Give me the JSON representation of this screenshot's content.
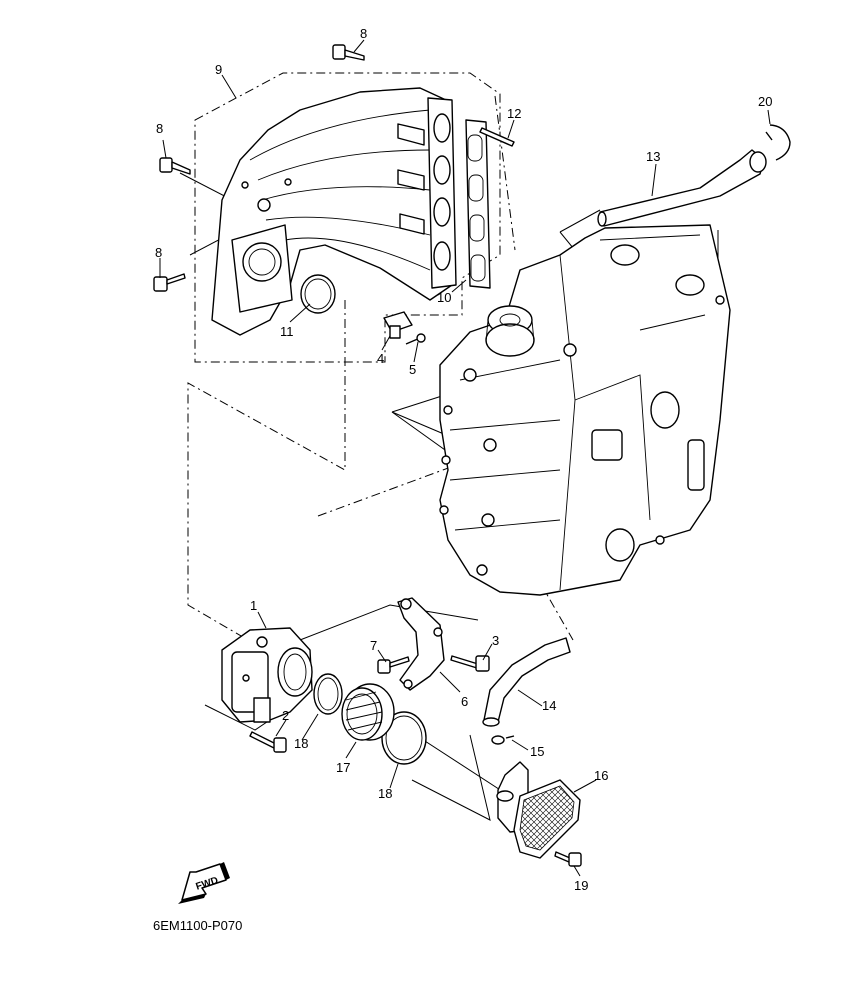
{
  "diagram": {
    "drawing_code": "6EM1100-P070",
    "fwd_label": "FWD",
    "callouts": [
      "1",
      "2",
      "3",
      "4",
      "5",
      "6",
      "7",
      "8",
      "8",
      "8",
      "9",
      "10",
      "11",
      "12",
      "13",
      "14",
      "15",
      "16",
      "17",
      "18",
      "18",
      "19",
      "20"
    ]
  }
}
